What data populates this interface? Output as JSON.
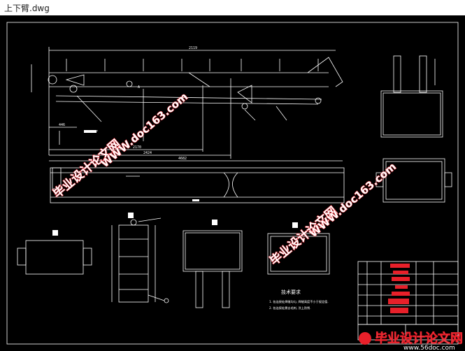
{
  "window": {
    "title": "上下臂.dwg"
  },
  "colors": {
    "background": "#000000",
    "line": "#ffffff",
    "watermark": "#e8202a",
    "title_block_red": "#e8202a"
  },
  "drawing": {
    "dim_overall": "2119",
    "dim_left_offset": "446",
    "dim_mid": "2170",
    "dim_mid2": "2424",
    "dim_long": "4682",
    "label_left_arrow": "A",
    "tech_requirements_title": "技术要求",
    "tech_req_line1": "1. 各连接处焊缝均匀, 焊缝高度不小于规定值.",
    "tech_req_line2": "2. 各连接处需去毛刺, 涂上防锈."
  },
  "watermarks": {
    "cn": "毕业设计论文网",
    "url": "WWW.doc163.com",
    "footer_cn": "毕业设计论文网",
    "footer_url": "www.56doc.com"
  }
}
